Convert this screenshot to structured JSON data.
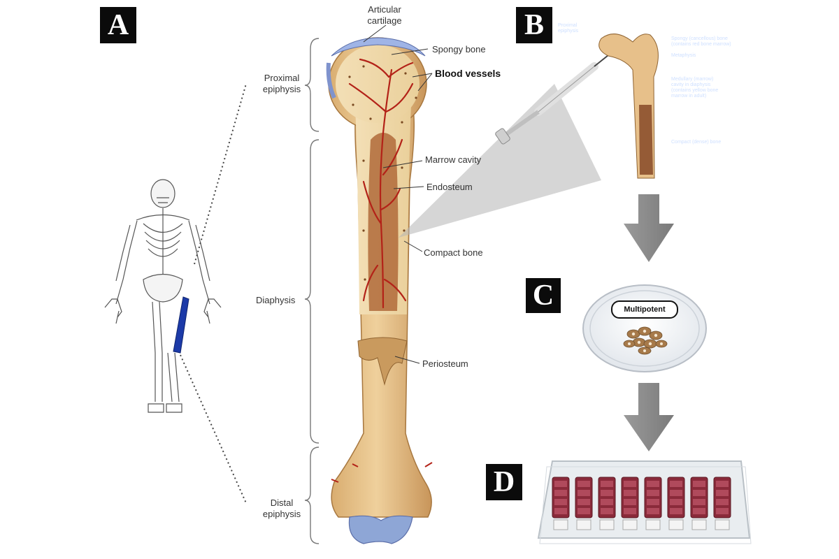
{
  "panels": {
    "a": "A",
    "b": "B",
    "c": "C",
    "d": "D"
  },
  "bone_labels": {
    "articular_cartilage": "Articular\ncartilage",
    "spongy_bone": "Spongy bone",
    "blood_vessels": "Blood vessels",
    "marrow_cavity": "Marrow cavity",
    "endosteum": "Endosteum",
    "compact_bone": "Compact bone",
    "periosteum": "Periosteum"
  },
  "region_labels": {
    "proximal_epiphysis": "Proximal\nepiphysis",
    "diaphysis": "Diaphysis",
    "distal_epiphysis": "Distal\nepiphysis"
  },
  "photo_b_labels": {
    "proximal_epiphysis": "Proximal\nepiphysis",
    "spongy": "Spongy (cancellous) bone\n(contains red bone marrow)",
    "metaphysis": "Metaphysis",
    "medullary": "Medullary (marrow)\ncavity in diaphysis\n(contains yellow bone\nmarrow in adult)",
    "compact": "Compact (dense) bone"
  },
  "dish_label": "Multipotent",
  "colors": {
    "bone": "#e3bf8a",
    "bone_shadow": "#c99a5e",
    "vessel": "#b32218",
    "cartilage": "#9fb4e6",
    "photo_bg": "#2a56c2",
    "arrow": "#8a8a8a",
    "femur_highlight": "#1c3aa8"
  }
}
